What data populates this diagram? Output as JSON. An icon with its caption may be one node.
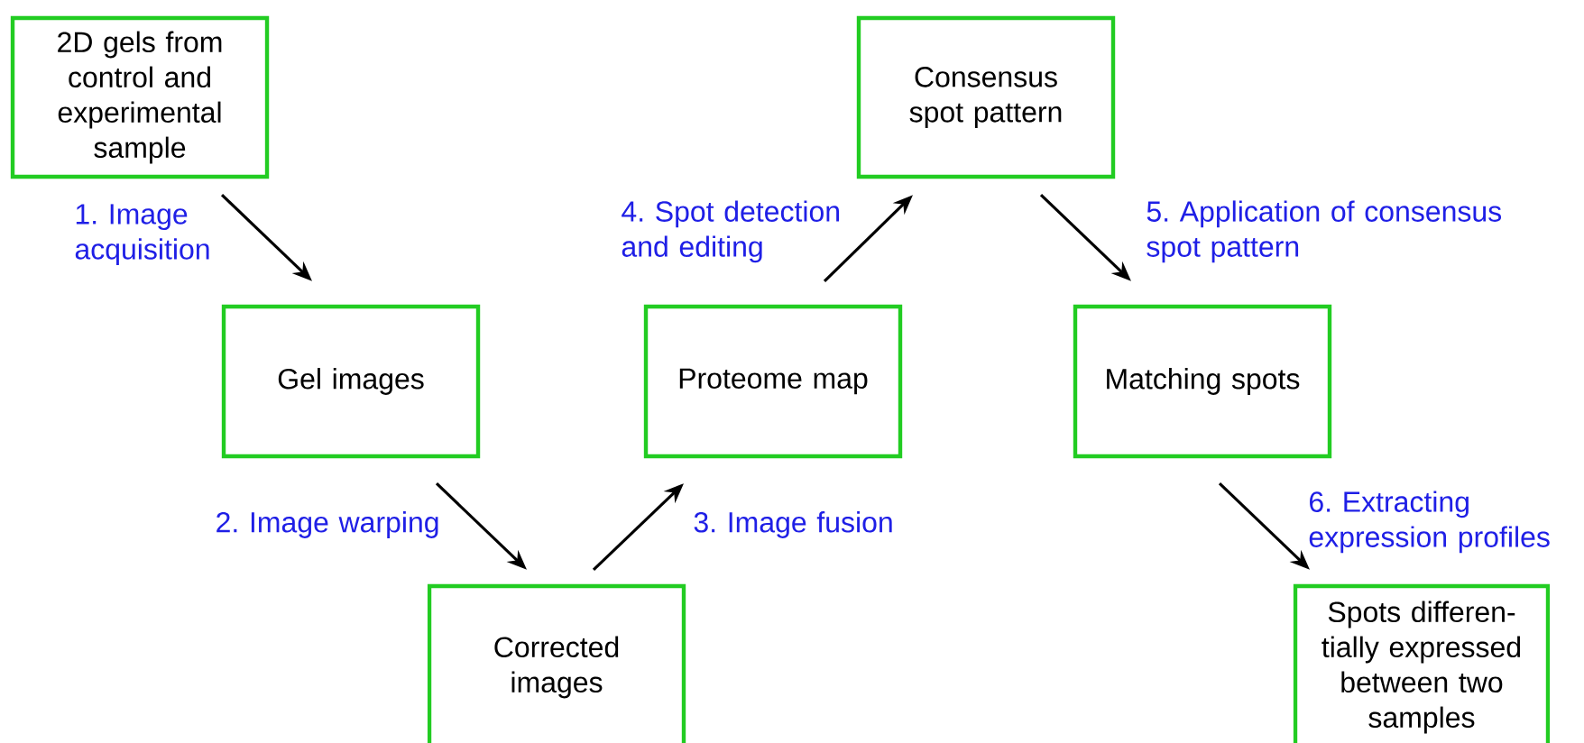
{
  "diagram": {
    "nodes": [
      {
        "text": [
          "2D gels from control and experimental sample"
        ]
      },
      {
        "text": [
          "Gel images"
        ]
      },
      {
        "text": [
          "Corrected images"
        ]
      },
      {
        "text": [
          "Proteome map"
        ]
      },
      {
        "text": [
          "Consensus spot pattern"
        ]
      },
      {
        "text": [
          "Matching spots"
        ]
      },
      {
        "text": [
          "Spots differen-tially expressed between two samples"
        ]
      }
    ],
    "edges": [
      {
        "from": 0,
        "to": 1,
        "arrow": "to",
        "label": "1. Image acquisition"
      },
      {
        "from": 1,
        "to": 2,
        "arrow": "to",
        "label": "2. Image warping"
      },
      {
        "from": 2,
        "to": 3,
        "arrow": "to",
        "label": "3. Image fusion"
      },
      {
        "from": 3,
        "to": 4,
        "arrow": "to",
        "label": "4. Spot detection and editing"
      },
      {
        "from": 4,
        "to": 5,
        "arrow": "to",
        "label": "5. Application of consensus spot pattern"
      },
      {
        "from": 5,
        "to": 6,
        "arrow": "to",
        "label": "6. Extracting expression profiles"
      }
    ]
  }
}
